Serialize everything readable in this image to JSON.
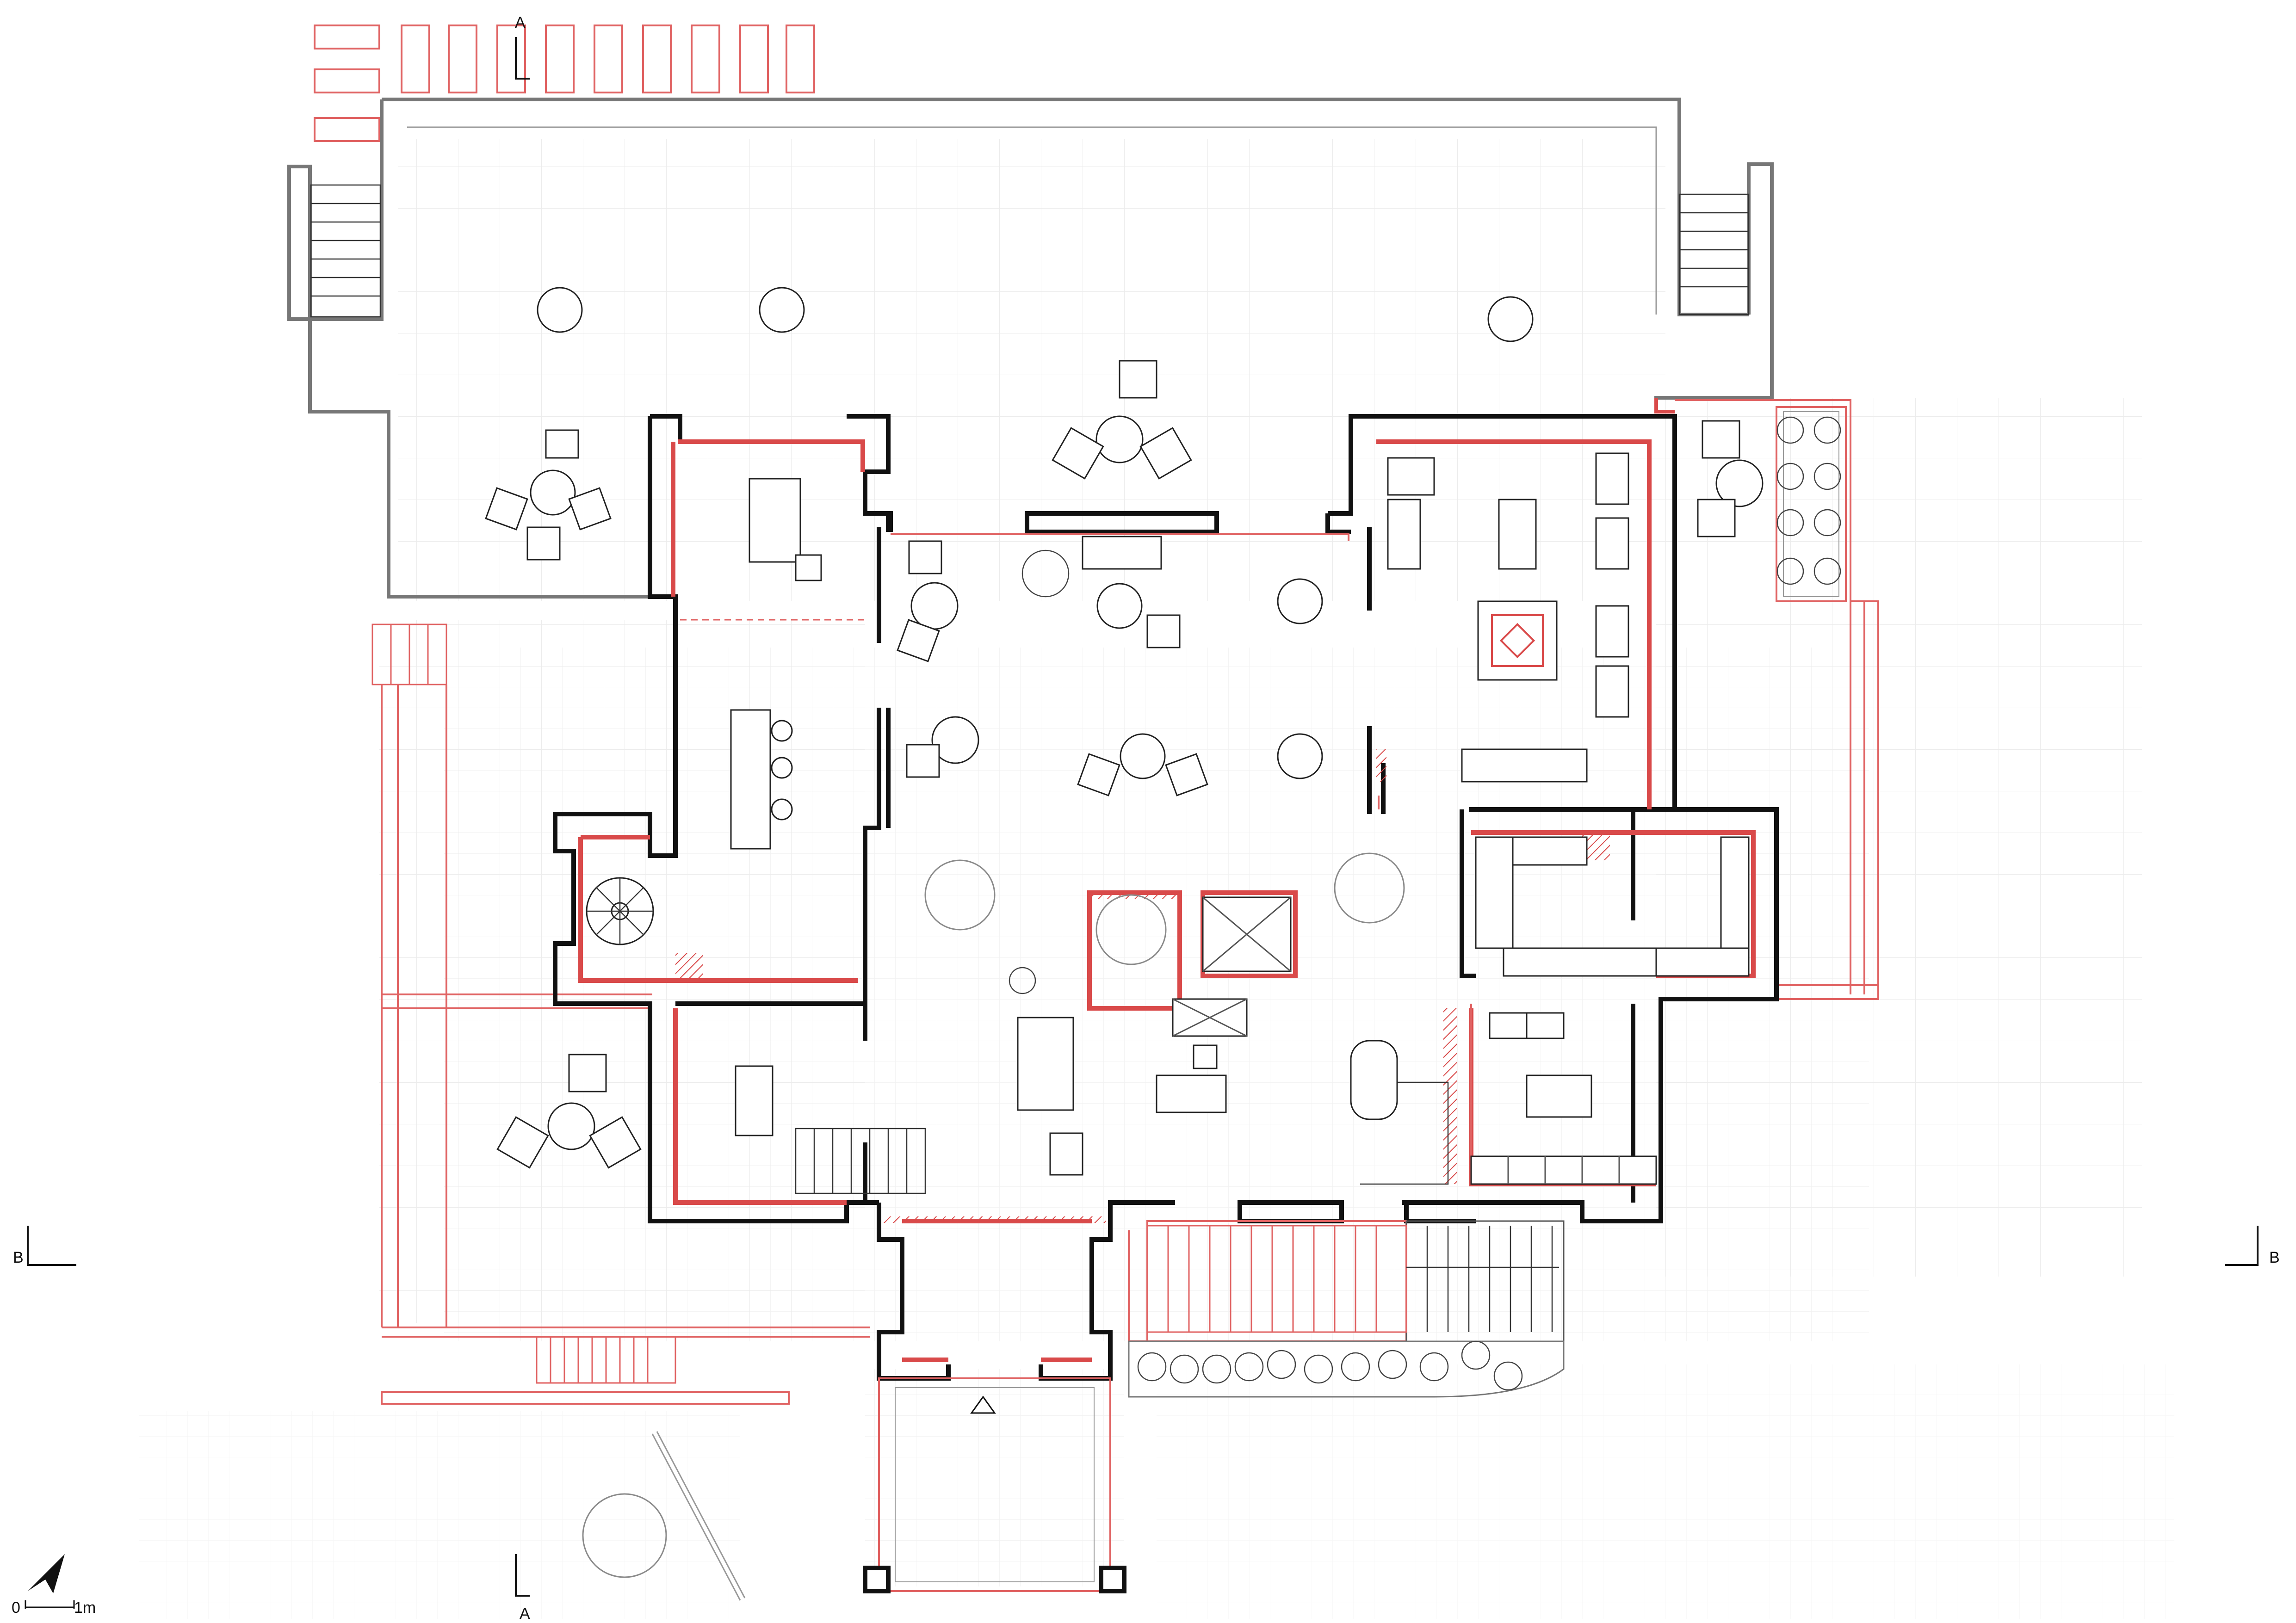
{
  "section_labels": {
    "a_top": "A",
    "a_bottom": "A",
    "b_left": "B",
    "b_right": "B"
  },
  "scale_bar": {
    "start": "0",
    "end": "1m"
  },
  "icons": [
    "north-arrow-icon",
    "entrance-triangle-icon",
    "wheelchair-icon",
    "section-marker-icon"
  ],
  "colors": {
    "existing_walls": "#111111",
    "new_construction": "#e06262",
    "grid": "#e6e6e6"
  }
}
